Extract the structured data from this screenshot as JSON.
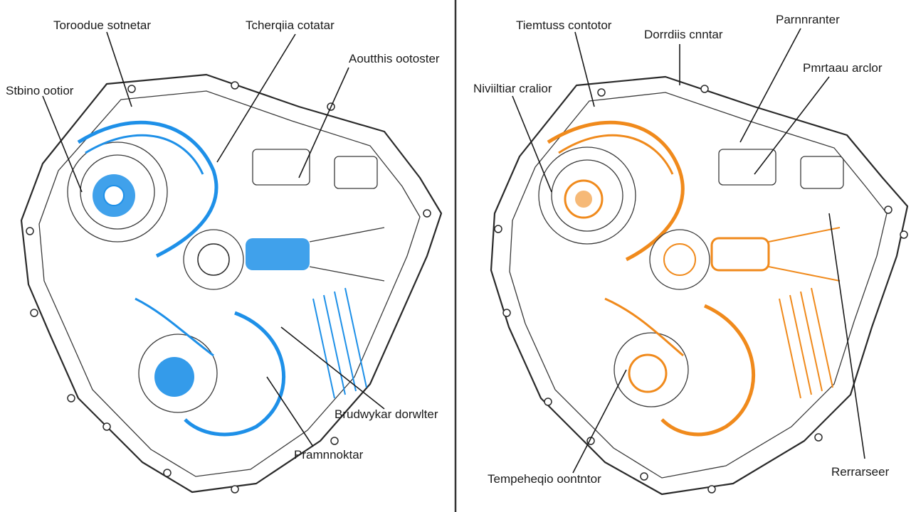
{
  "colors": {
    "left_accent": "#1e90e8",
    "right_accent": "#f08a1c",
    "line": "#2a2a2a",
    "divider": "#333333"
  },
  "left_panel": {
    "labels": {
      "top_left": "Toroodue sotnetar",
      "top_center": "Tcherqiia cotatar",
      "top_right": "Aoutthis ootoster",
      "left": "Stbino ootior",
      "bottom_right": "Brudwykar dorwlter",
      "bottom_center": "Pramnnoktar"
    }
  },
  "right_panel": {
    "labels": {
      "top_center": "Tiemtuss contotor",
      "top_mid": "Dorrdiis cnntar",
      "top_right": "Parnnranter",
      "right": "Pmrtaau arclor",
      "left": "Niviiltiar cralior",
      "bottom_center": "Tempeheqio oontntor",
      "bottom_right": "Rerrarseer"
    }
  }
}
